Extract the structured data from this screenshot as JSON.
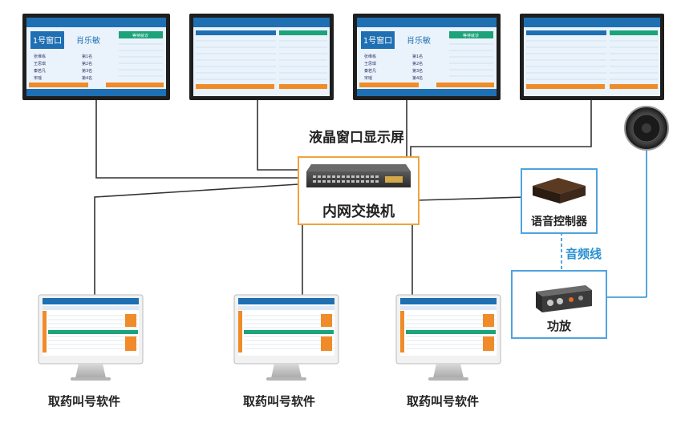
{
  "labels": {
    "lcd_screens": "液晶窗口显示屏",
    "switch": "内网交换机",
    "voice_controller": "语音控制器",
    "audio_line": "音频线",
    "amplifier": "功放",
    "client_software": "取药叫号软件"
  },
  "screen_a": {
    "window": "1号窗口",
    "name": "肖乐敏",
    "list_header": "等待就诊",
    "patients": [
      "张维栋",
      "王思琪",
      "秦若凡",
      "宋瑶"
    ],
    "counts": [
      "第1名",
      "第2名",
      "第3名",
      "第4名"
    ]
  },
  "colors": {
    "monitor_frame": "#1e1e1e",
    "screen_blue": "#1f6fb3",
    "screen_green": "#1ca37a",
    "screen_orange": "#f08b2a",
    "link_line": "#333333",
    "blue_box": "#4fa3df",
    "orange_box": "#f0a33c",
    "audio_line": "#2a8fd0"
  },
  "icons": {
    "speaker": "speaker-icon",
    "switch": "network-switch-icon",
    "controller": "voice-controller-icon",
    "amplifier": "audio-amplifier-icon",
    "desktop": "desktop-monitor-icon"
  }
}
